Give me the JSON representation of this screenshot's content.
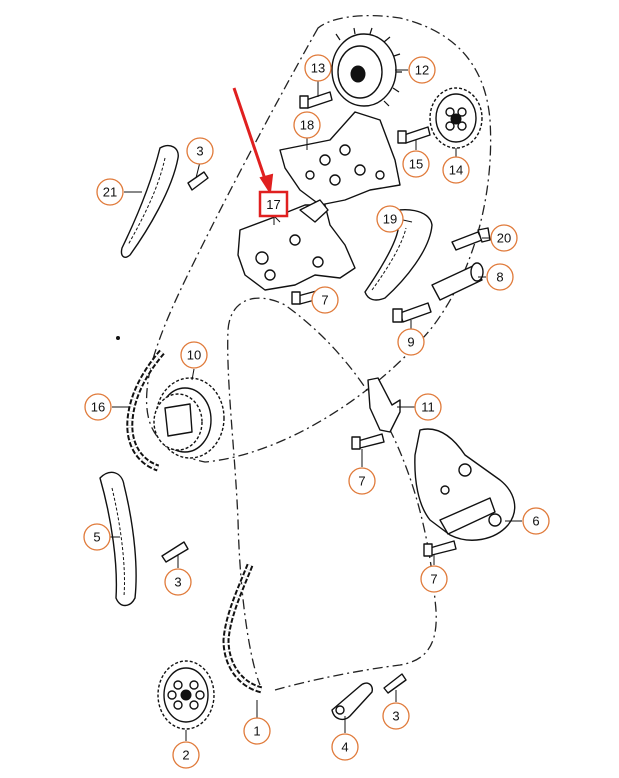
{
  "diagram": {
    "highlight_color": "#e02020",
    "callout_color": "#e07a3a",
    "callouts": [
      {
        "id": "c1",
        "label": "1"
      },
      {
        "id": "c2",
        "label": "2"
      },
      {
        "id": "c3a",
        "label": "3"
      },
      {
        "id": "c3b",
        "label": "3"
      },
      {
        "id": "c3c",
        "label": "3"
      },
      {
        "id": "c4",
        "label": "4"
      },
      {
        "id": "c5",
        "label": "5"
      },
      {
        "id": "c6",
        "label": "6"
      },
      {
        "id": "c7a",
        "label": "7"
      },
      {
        "id": "c7b",
        "label": "7"
      },
      {
        "id": "c7c",
        "label": "7"
      },
      {
        "id": "c8",
        "label": "8"
      },
      {
        "id": "c9",
        "label": "9"
      },
      {
        "id": "c10",
        "label": "10"
      },
      {
        "id": "c11",
        "label": "11"
      },
      {
        "id": "c12",
        "label": "12"
      },
      {
        "id": "c13",
        "label": "13"
      },
      {
        "id": "c14",
        "label": "14"
      },
      {
        "id": "c15",
        "label": "15"
      },
      {
        "id": "c16",
        "label": "16"
      },
      {
        "id": "c18",
        "label": "18"
      },
      {
        "id": "c19",
        "label": "19"
      },
      {
        "id": "c20",
        "label": "20"
      },
      {
        "id": "c21",
        "label": "21"
      }
    ],
    "highlighted_callout": {
      "label": "17"
    }
  }
}
